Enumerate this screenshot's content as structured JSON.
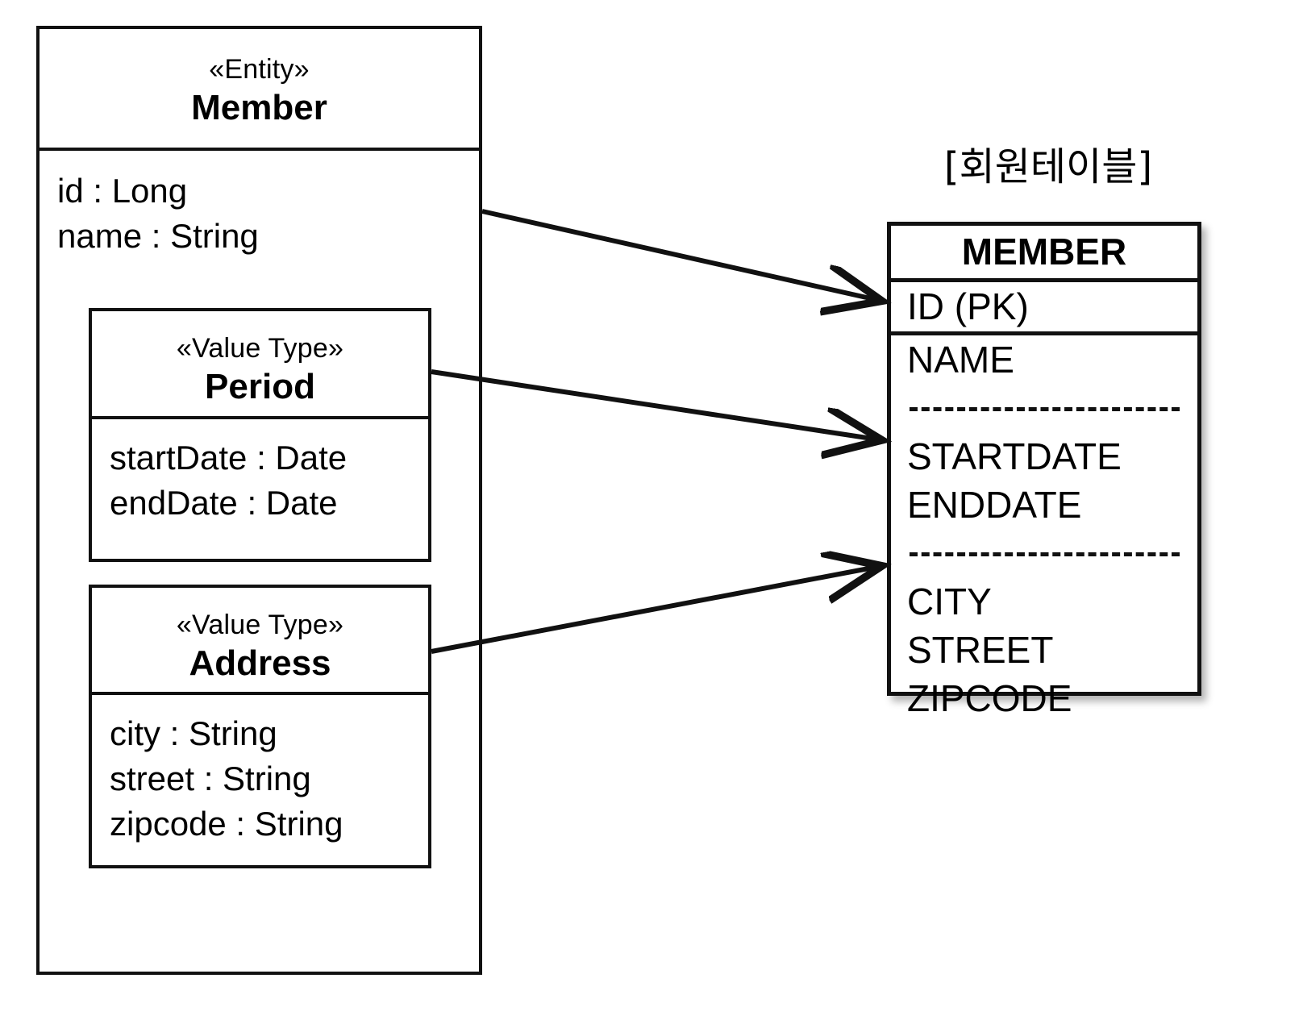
{
  "diagram": {
    "title_caption": "[회원테이블]"
  },
  "entity": {
    "stereotype": "«Entity»",
    "name": "Member",
    "attributes": [
      "id : Long",
      "name : String"
    ]
  },
  "value_types": [
    {
      "stereotype": "«Value Type»",
      "name": "Period",
      "attributes": [
        "startDate : Date",
        "endDate : Date"
      ]
    },
    {
      "stereotype": "«Value Type»",
      "name": "Address",
      "attributes": [
        "city : String",
        "street : String",
        "zipcode : String"
      ]
    }
  ],
  "db_table": {
    "caption": "[회원테이블]",
    "name": "MEMBER",
    "primary_key_column": "ID (PK)",
    "groups": [
      {
        "columns": [
          "NAME"
        ],
        "separator_after": true
      },
      {
        "columns": [
          "STARTDATE",
          "ENDDATE"
        ],
        "separator_after": true
      },
      {
        "columns": [
          "CITY",
          "STREET",
          "ZIPCODE"
        ],
        "separator_after": false
      }
    ]
  },
  "mappings": [
    {
      "from": "Member",
      "to": "ID (PK)"
    },
    {
      "from": "Period",
      "to": "STARTDATE"
    },
    {
      "from": "Address",
      "to": "CITY"
    }
  ],
  "colors": {
    "stroke": "#111111",
    "background": "#ffffff"
  }
}
